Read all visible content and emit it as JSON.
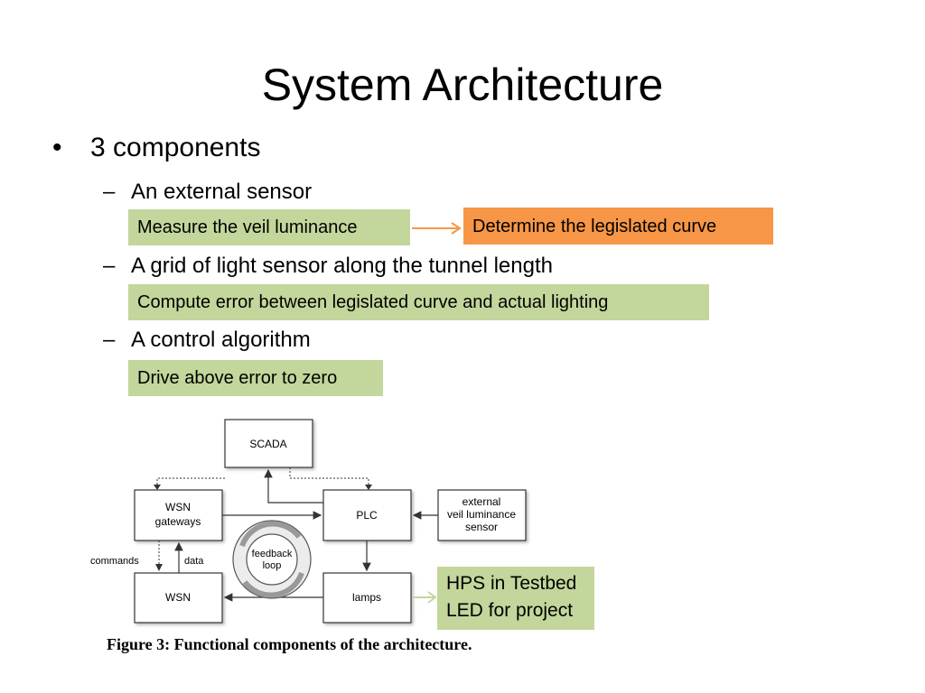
{
  "title": "System Architecture",
  "bullet": {
    "glyph": "•",
    "text": "3 components"
  },
  "items": [
    {
      "dash": "–",
      "text": "An external sensor"
    },
    {
      "dash": "–",
      "text": "A grid of light sensor along the tunnel length"
    },
    {
      "dash": "–",
      "text": "A control algorithm"
    }
  ],
  "tags": {
    "measure": "Measure the veil luminance",
    "determine": "Determine the legislated curve",
    "compute": "Compute error between legislated curve and actual lighting",
    "drive": "Drive above error to zero",
    "hps_line1": "HPS in Testbed",
    "hps_line2": "LED for project"
  },
  "diagram": {
    "scada": "SCADA",
    "wsn_gateways_1": "WSN",
    "wsn_gateways_2": "gateways",
    "plc": "PLC",
    "sensor_1": "external",
    "sensor_2": "veil luminance",
    "sensor_3": "sensor",
    "feedback_1": "feedback",
    "feedback_2": "loop",
    "commands": "commands",
    "data": "data",
    "wsn": "WSN",
    "lamps": "lamps"
  },
  "caption": "Figure 3: Functional components of the architecture.",
  "colors": {
    "green": "#c3d69b",
    "orange": "#f79646",
    "arrow_orange": "#f79646",
    "arrow_green": "#c3d69b"
  }
}
